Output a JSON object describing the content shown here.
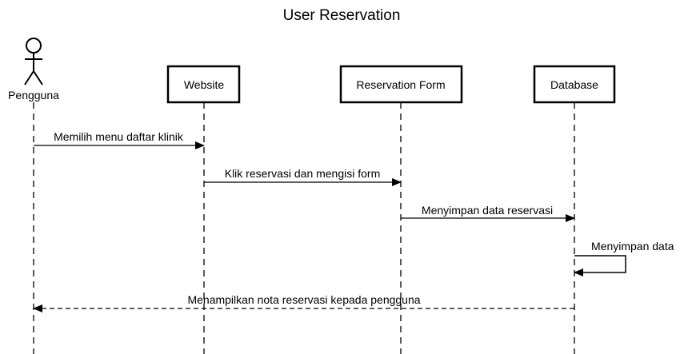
{
  "title": "User Reservation",
  "colors": {
    "stroke": "#000000",
    "background": "#ffffff"
  },
  "actor": {
    "label": "Pengguna",
    "icon": "stick-figure-icon"
  },
  "participants": [
    {
      "label": "Website"
    },
    {
      "label": "Reservation Form"
    },
    {
      "label": "Database"
    }
  ],
  "messages": [
    {
      "label": "Memilih menu daftar klinik",
      "from": "Pengguna",
      "to": "Website",
      "style": "solid"
    },
    {
      "label": "Klik reservasi dan mengisi form",
      "from": "Website",
      "to": "Reservation Form",
      "style": "solid"
    },
    {
      "label": "Menyimpan data reservasi",
      "from": "Reservation Form",
      "to": "Database",
      "style": "solid"
    },
    {
      "label": "Menyimpan data",
      "from": "Database",
      "to": "Database",
      "style": "solid"
    },
    {
      "label": "Menampilkan nota reservasi kepada pengguna",
      "from": "Database",
      "to": "Pengguna",
      "style": "dashed"
    }
  ]
}
